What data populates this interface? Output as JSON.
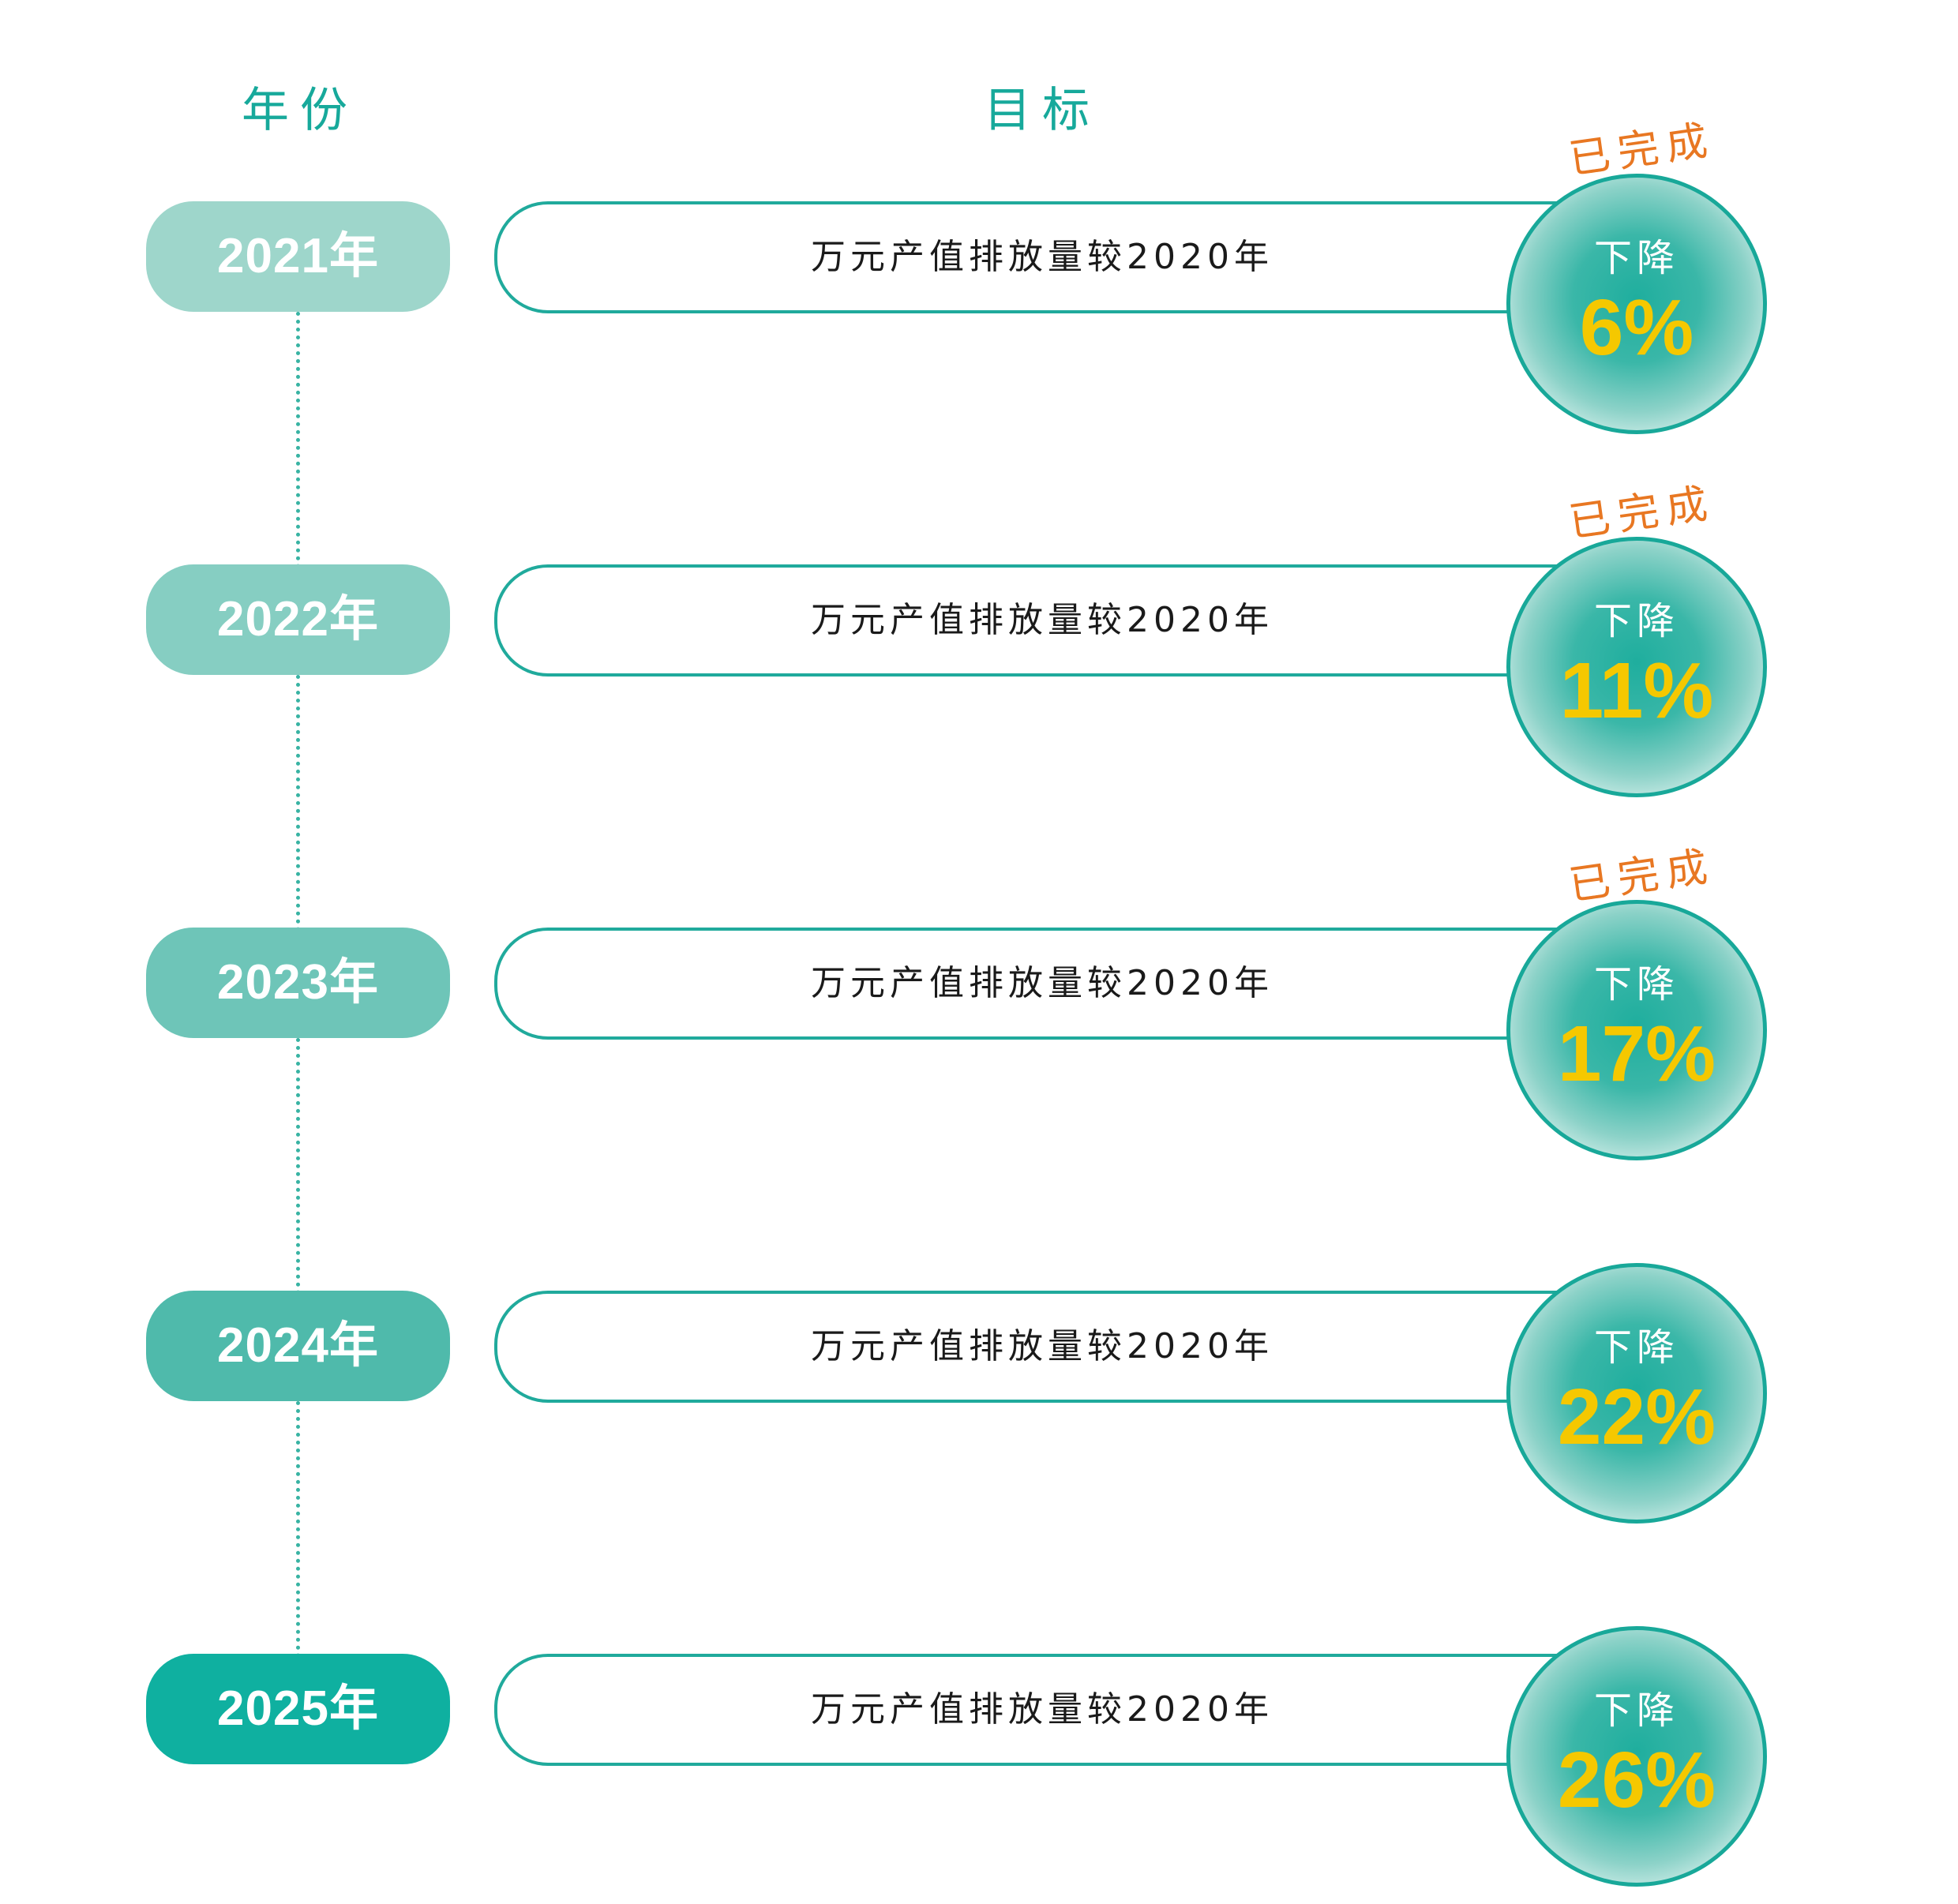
{
  "headers": {
    "year": "年份",
    "goal": "目标"
  },
  "rows": [
    {
      "year": "2021年",
      "goal": "万元产值排放量较2020年",
      "label": "下降",
      "value": "6%",
      "status": "已完成",
      "pill_color": "#9ed6cb"
    },
    {
      "year": "2022年",
      "goal": "万元产值排放量较2020年",
      "label": "下降",
      "value": "11%",
      "status": "已完成",
      "pill_color": "#86cec2"
    },
    {
      "year": "2023年",
      "goal": "万元产值排放量较2020年",
      "label": "下降",
      "value": "17%",
      "status": "已完成",
      "pill_color": "#6ec5b8"
    },
    {
      "year": "2024年",
      "goal": "万元产值排放量较2020年",
      "label": "下降",
      "value": "22%",
      "status": "",
      "pill_color": "#4fbaab"
    },
    {
      "year": "2025年",
      "goal": "万元产值排放量较2020年",
      "label": "下降",
      "value": "26%",
      "status": "",
      "pill_color": "#0fb0a0"
    }
  ],
  "colors": {
    "accent": "#17a99b",
    "status": "#e87722",
    "value": "#f5c800"
  }
}
